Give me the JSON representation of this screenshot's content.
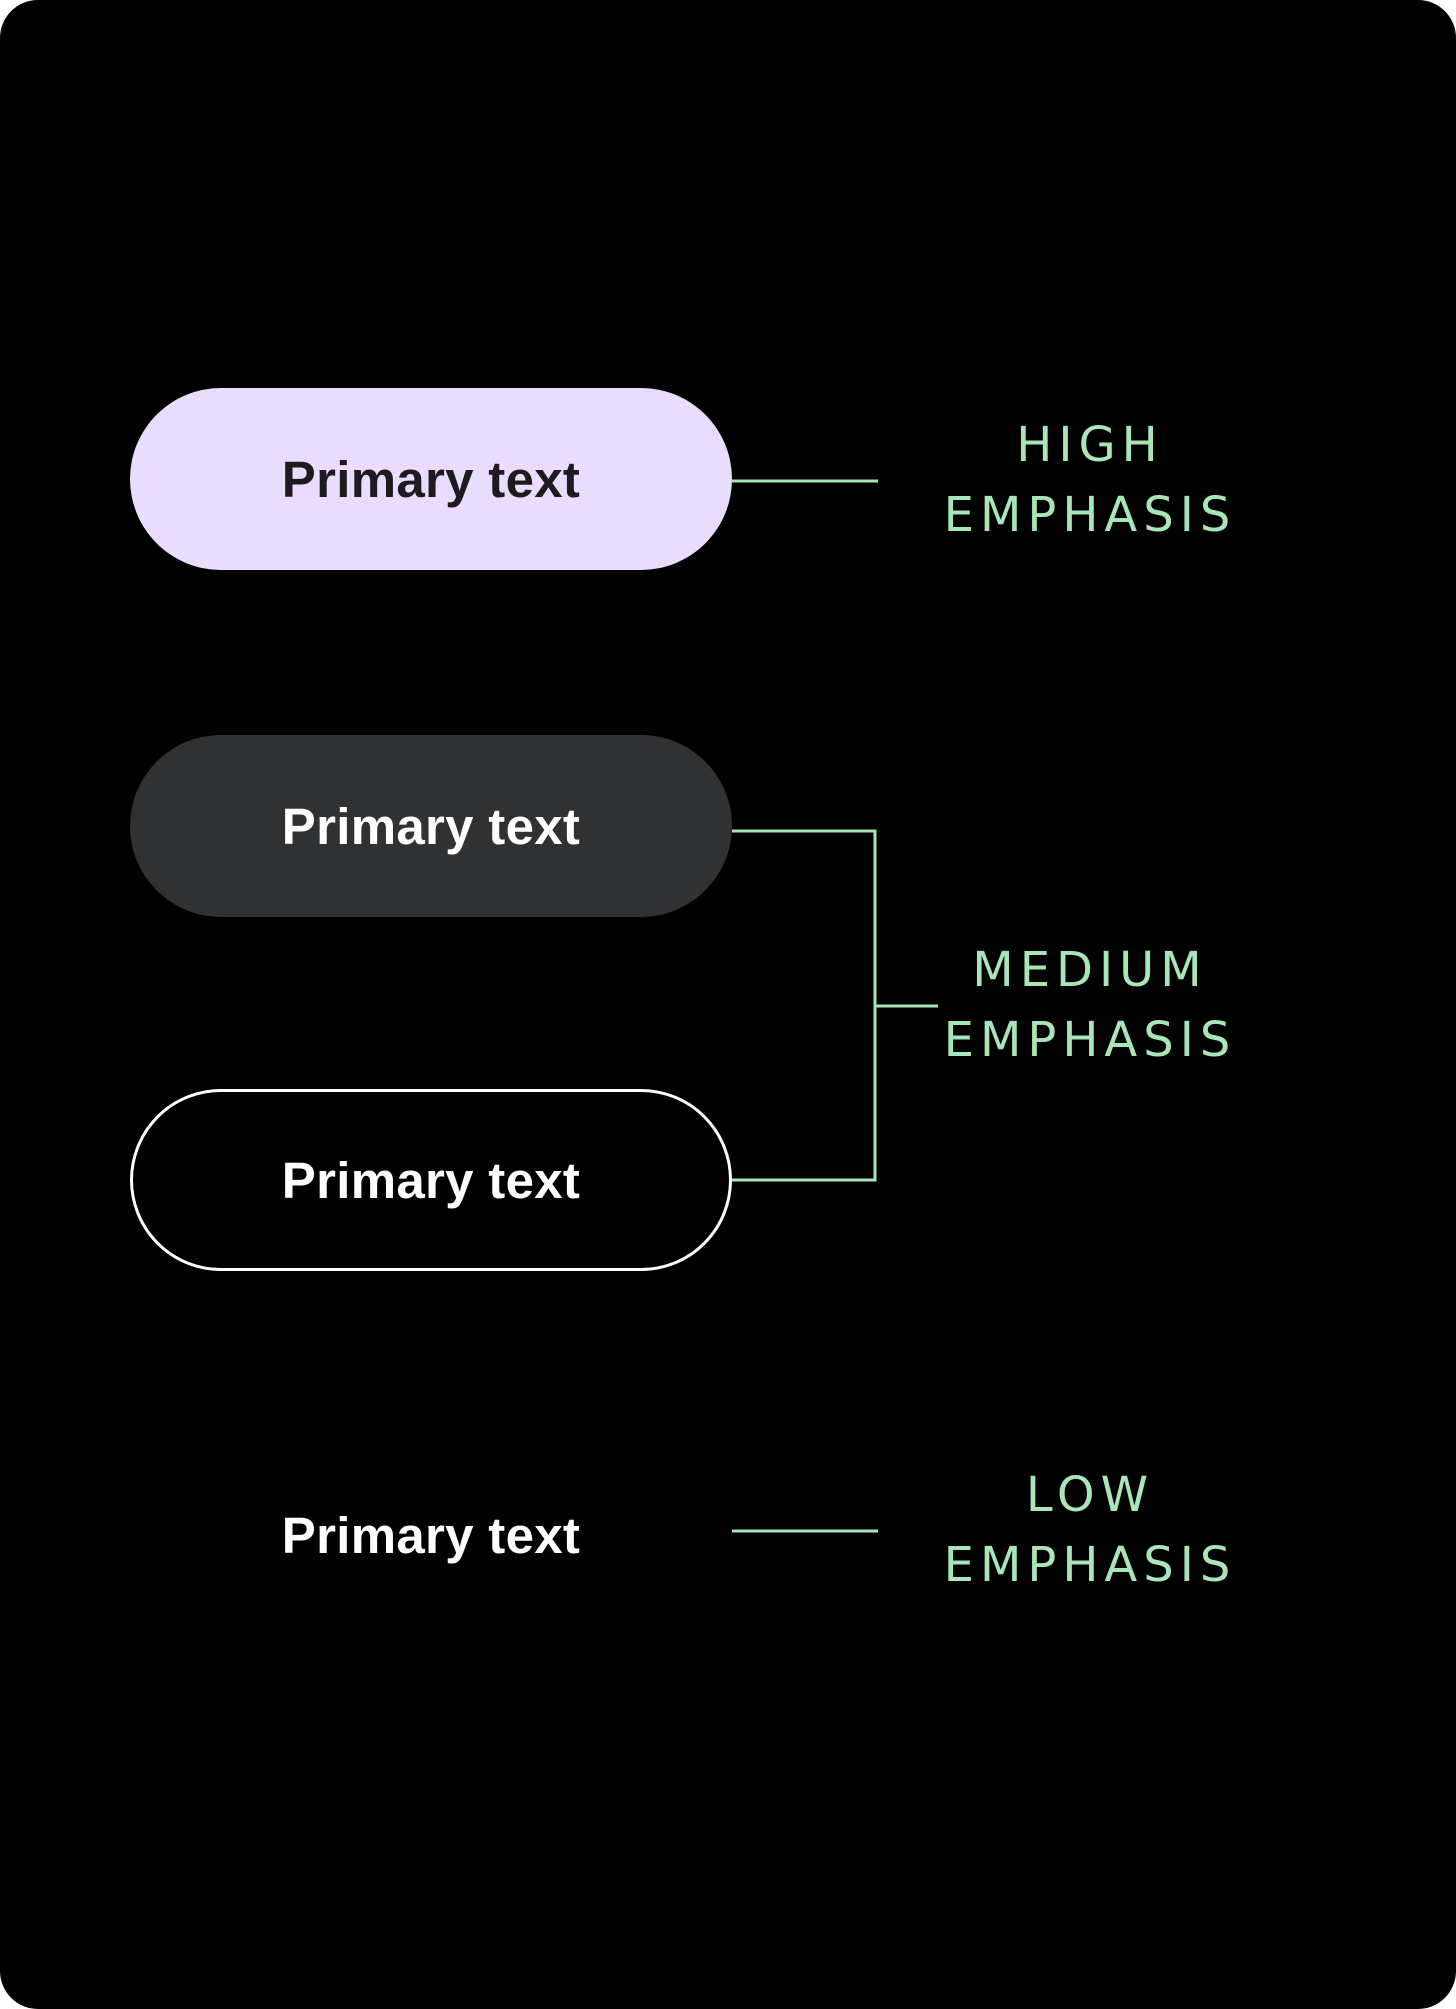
{
  "colors": {
    "background": "#000000",
    "accent_label": "#a8e6b8",
    "high_button_bg": "#eadcfd",
    "high_button_text": "#1d1b20",
    "tonal_button_bg": "#303133",
    "outline": "#ffffff",
    "button_text": "#ffffff"
  },
  "buttons": [
    {
      "label": "Primary text",
      "variant": "filled"
    },
    {
      "label": "Primary text",
      "variant": "tonal"
    },
    {
      "label": "Primary text",
      "variant": "outlined"
    },
    {
      "label": "Primary text",
      "variant": "text"
    }
  ],
  "labels": {
    "high": {
      "line1": "HIGH",
      "line2": "EMPHASIS"
    },
    "medium": {
      "line1": "MEDIUM",
      "line2": "EMPHASIS"
    },
    "low": {
      "line1": "LOW",
      "line2": "EMPHASIS"
    }
  }
}
